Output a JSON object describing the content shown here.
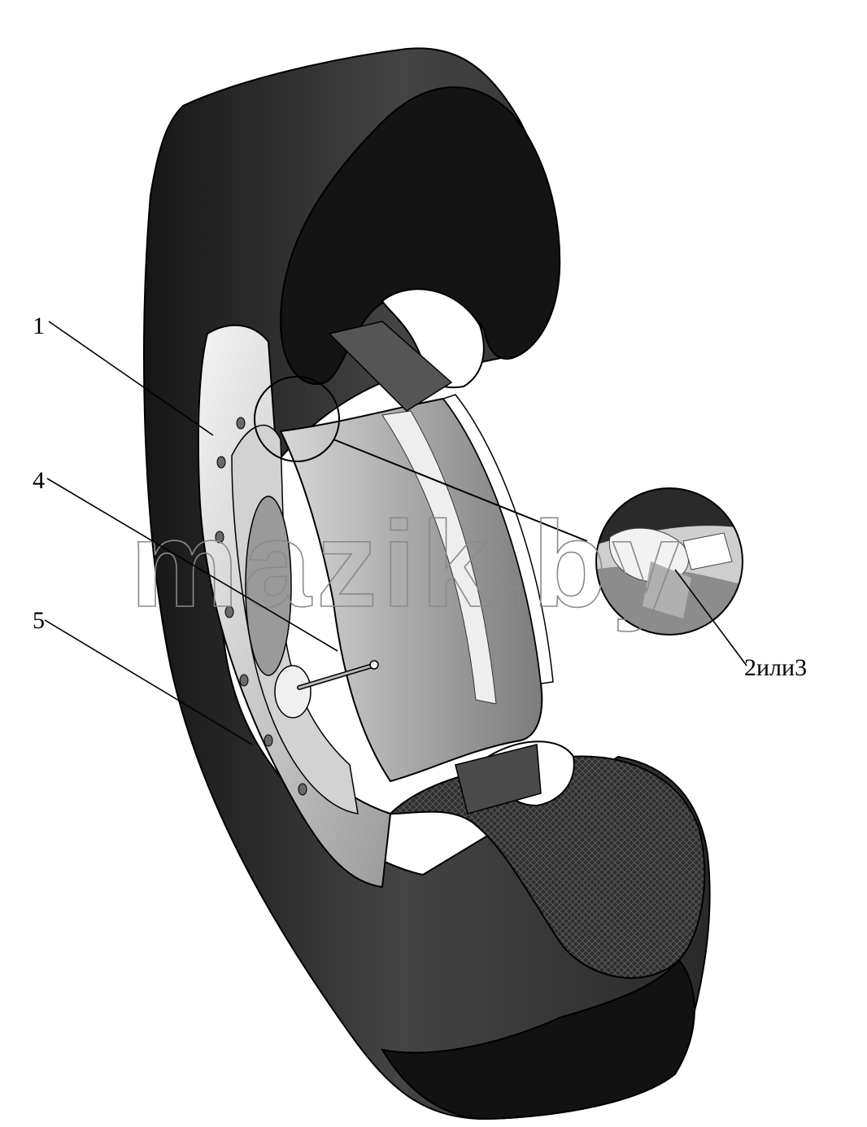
{
  "callouts": [
    {
      "id": "c1",
      "label": "1"
    },
    {
      "id": "c4",
      "label": "4"
    },
    {
      "id": "c5",
      "label": "5"
    },
    {
      "id": "c2",
      "label": "2или3"
    }
  ],
  "watermark": {
    "text": "mazik.by"
  },
  "colors": {
    "tire": "#1c1c1c",
    "tire_side": "#3a3a3a",
    "rim_light": "#e6e6e6",
    "rim_mid": "#bdbdbd",
    "rim_dark": "#8c8c8c",
    "cord": "#4a4a4a",
    "leader": "#000000"
  }
}
